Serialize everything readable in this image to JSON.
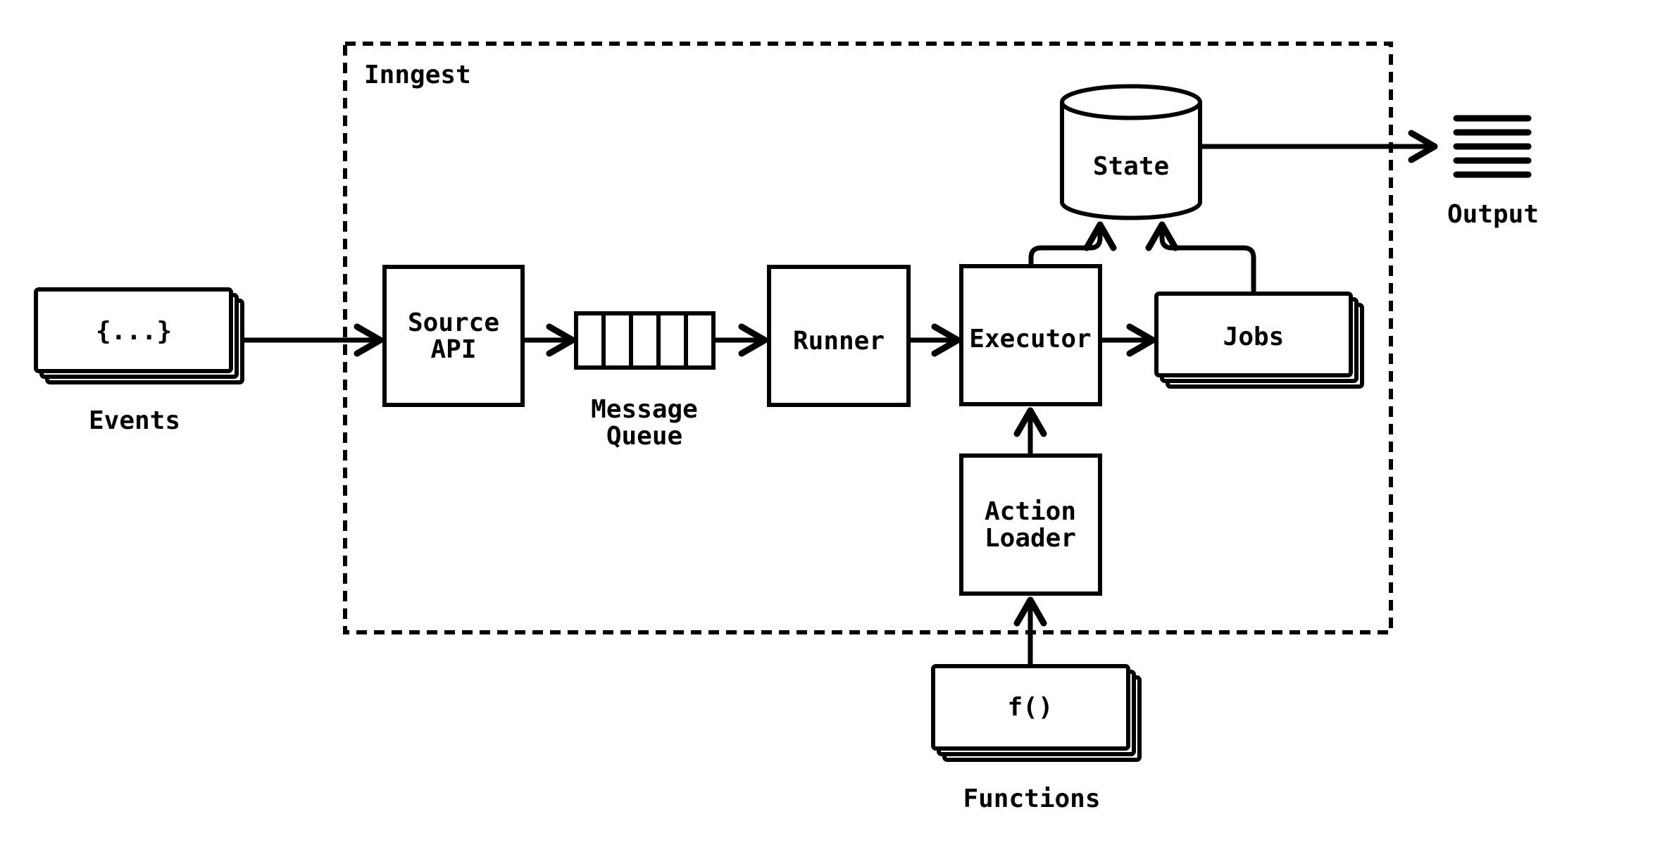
{
  "diagram": {
    "title": "Inngest",
    "colors": {
      "stroke": "#000000",
      "background": "#ffffff"
    },
    "nodes": {
      "events": {
        "box_label": "{...}",
        "caption": "Events",
        "shape": "stacked-cards"
      },
      "source_api": {
        "line1": "Source",
        "line2": "API",
        "shape": "square"
      },
      "message_queue": {
        "line1": "Message",
        "line2": "Queue",
        "shape": "queue",
        "cells": 5
      },
      "runner": {
        "label": "Runner",
        "shape": "square"
      },
      "executor": {
        "label": "Executor",
        "shape": "square"
      },
      "state": {
        "label": "State",
        "shape": "cylinder"
      },
      "jobs": {
        "label": "Jobs",
        "shape": "stacked-cards"
      },
      "action_loader": {
        "line1": "Action",
        "line2": "Loader",
        "shape": "square"
      },
      "functions": {
        "box_label": "f()",
        "caption": "Functions",
        "shape": "stacked-cards"
      },
      "output": {
        "caption": "Output",
        "shape": "list-lines-icon"
      }
    },
    "edges": [
      {
        "from": "events",
        "to": "source_api"
      },
      {
        "from": "source_api",
        "to": "message_queue"
      },
      {
        "from": "message_queue",
        "to": "runner"
      },
      {
        "from": "runner",
        "to": "executor"
      },
      {
        "from": "executor",
        "to": "jobs"
      },
      {
        "from": "executor",
        "to": "state"
      },
      {
        "from": "jobs",
        "to": "state"
      },
      {
        "from": "state",
        "to": "output"
      },
      {
        "from": "functions",
        "to": "action_loader"
      },
      {
        "from": "action_loader",
        "to": "executor"
      }
    ]
  }
}
